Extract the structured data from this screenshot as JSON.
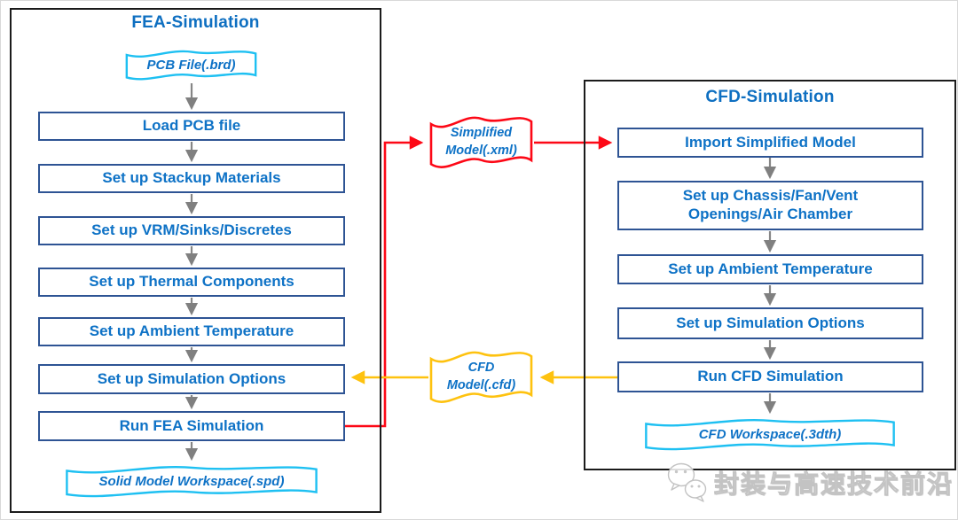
{
  "colors": {
    "panel_border": "#1b1b1b",
    "box_border": "#2e5494",
    "box_text": "#0e72c6",
    "title_text": "#0e6fc1",
    "flag_cyan": "#1ec0f2",
    "flag_red": "#fd0816",
    "flag_yellow": "#fec20f",
    "arrow_gray": "#808080",
    "watermark_gray": "#c3c3c3"
  },
  "fea": {
    "title": "FEA-Simulation",
    "input_file": "PCB File(.brd)",
    "steps": [
      "Load PCB file",
      "Set up Stackup Materials",
      "Set up VRM/Sinks/Discretes",
      "Set up Thermal Components",
      "Set up Ambient Temperature",
      "Set up Simulation Options",
      "Run FEA Simulation"
    ],
    "output_file": "Solid Model Workspace(.spd)"
  },
  "cfd": {
    "title": "CFD-Simulation",
    "steps": [
      "Import Simplified Model",
      [
        "Set up Chassis/Fan/Vent",
        "Openings/Air Chamber"
      ],
      "Set up Ambient Temperature",
      "Set up Simulation Options",
      "Run CFD Simulation"
    ],
    "output_file": "CFD Workspace(.3dth)"
  },
  "exchange": {
    "simplified_model": {
      "line1": "Simplified",
      "line2": "Model(.xml)"
    },
    "cfd_model": {
      "line1": "CFD",
      "line2": "Model(.cfd)"
    }
  },
  "watermark": {
    "text": "封装与高速技术前沿",
    "icon": "wechat-icon"
  }
}
